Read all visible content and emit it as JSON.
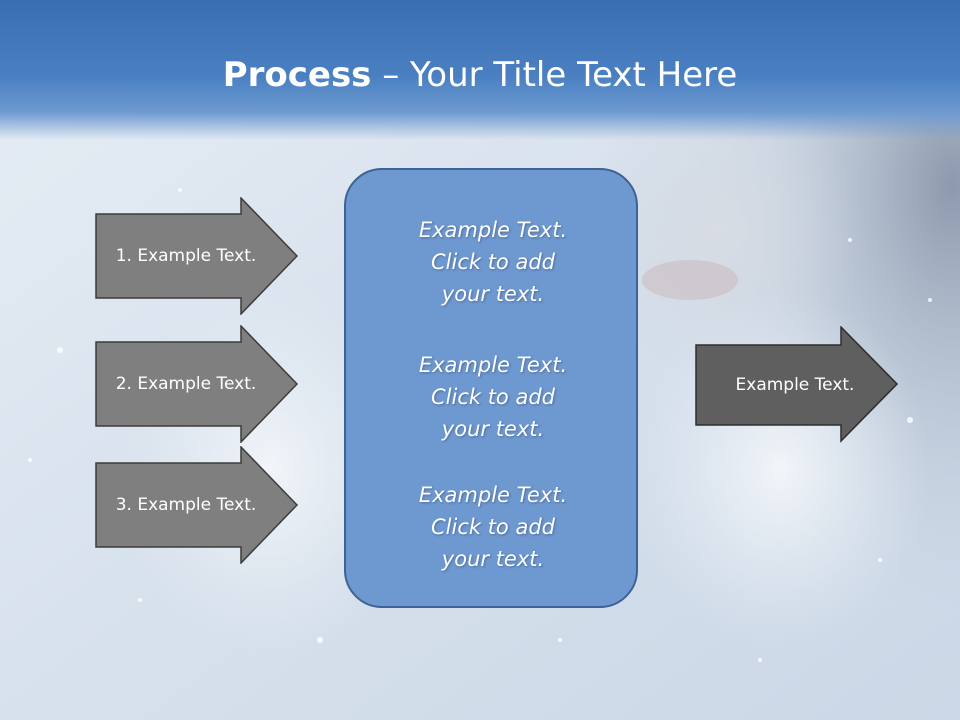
{
  "slide": {
    "title_bold": "Process",
    "title_rest": " – Your Title Text Here"
  },
  "left_arrows": [
    {
      "label": "1. Example Text."
    },
    {
      "label": "2. Example Text."
    },
    {
      "label": "3. Example Text."
    }
  ],
  "panel": {
    "blocks": [
      {
        "line1": "Example Text.",
        "line2": "Click  to add",
        "line3": "your text."
      },
      {
        "line1": "Example Text.",
        "line2": "Click  to add",
        "line3": "your text."
      },
      {
        "line1": "Example Text.",
        "line2": "Click  to add",
        "line3": "your text."
      }
    ]
  },
  "right_arrow": {
    "label": "Example Text."
  },
  "colors": {
    "header_blue": "#4a80c2",
    "panel_fill": "#6e98d0",
    "arrow_gray": "#7f7f7f",
    "arrow_dark": "#5f5f5f"
  }
}
